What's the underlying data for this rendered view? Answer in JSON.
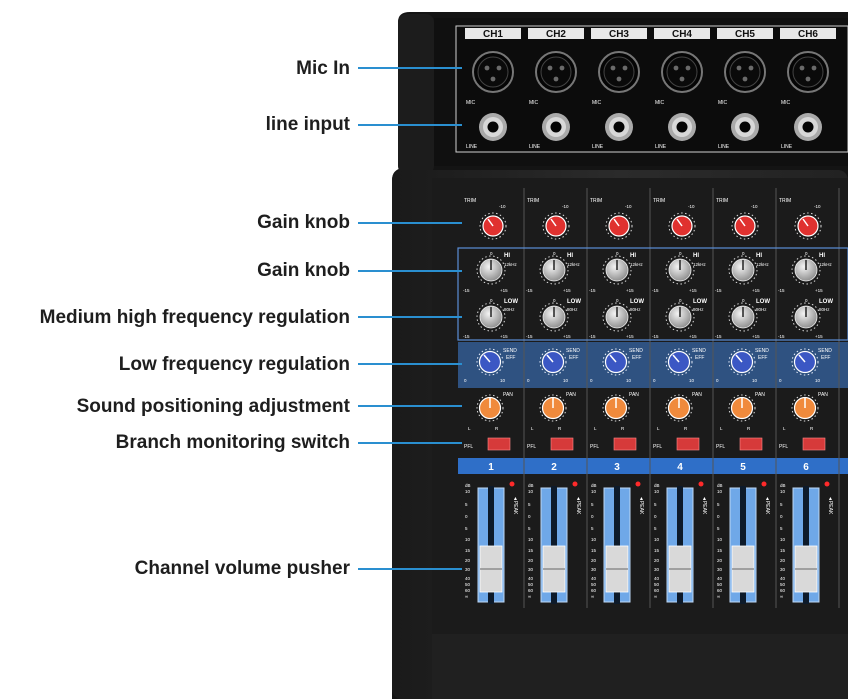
{
  "callouts": [
    {
      "label": "Mic In"
    },
    {
      "label": "line input"
    },
    {
      "label": "Gain knob"
    },
    {
      "label": "Gain knob"
    },
    {
      "label": "Medium high frequency regulation"
    },
    {
      "label": "Low frequency regulation"
    },
    {
      "label": "Sound positioning adjustment"
    },
    {
      "label": "Branch monitoring switch"
    },
    {
      "label": "Channel volume pusher"
    }
  ],
  "channels": [
    {
      "header": "CH1",
      "number": "1"
    },
    {
      "header": "CH2",
      "number": "2"
    },
    {
      "header": "CH3",
      "number": "3"
    },
    {
      "header": "CH4",
      "number": "4"
    },
    {
      "header": "CH5",
      "number": "5"
    },
    {
      "header": "CH6",
      "number": "6"
    }
  ],
  "strip_labels": {
    "mic": "MIC",
    "line": "LINE",
    "trim": "TRIM",
    "trim_scale": "-10",
    "hi": "HI",
    "hi_freq": "12kHz",
    "low": "LOW",
    "low_freq": "80Hz",
    "eq_min": "-15",
    "eq_max": "+15",
    "eq_mid": "0",
    "send": "SEND",
    "eff": "EFF",
    "send_min": "0",
    "send_max": "10",
    "pan": "PAN",
    "pan_l": "L",
    "pan_r": "R",
    "pfl": "PFL",
    "peak": "PEAK",
    "db": "dB"
  },
  "fader_scale": [
    "10",
    "5",
    "0",
    "5",
    "10",
    "15",
    "20",
    "30",
    "40",
    "50",
    "60",
    "∞"
  ],
  "colors": {
    "callout_line": "#2a8fd0",
    "gain_knob": "#e0312f",
    "send_knob": "#3b57c4",
    "pan_knob": "#f08a3c",
    "send_band": "#3f7fd6",
    "channel_bar": "#2f6fc8",
    "pfl_button": "#d63a3a",
    "fader_track": "#6fa8e8"
  }
}
